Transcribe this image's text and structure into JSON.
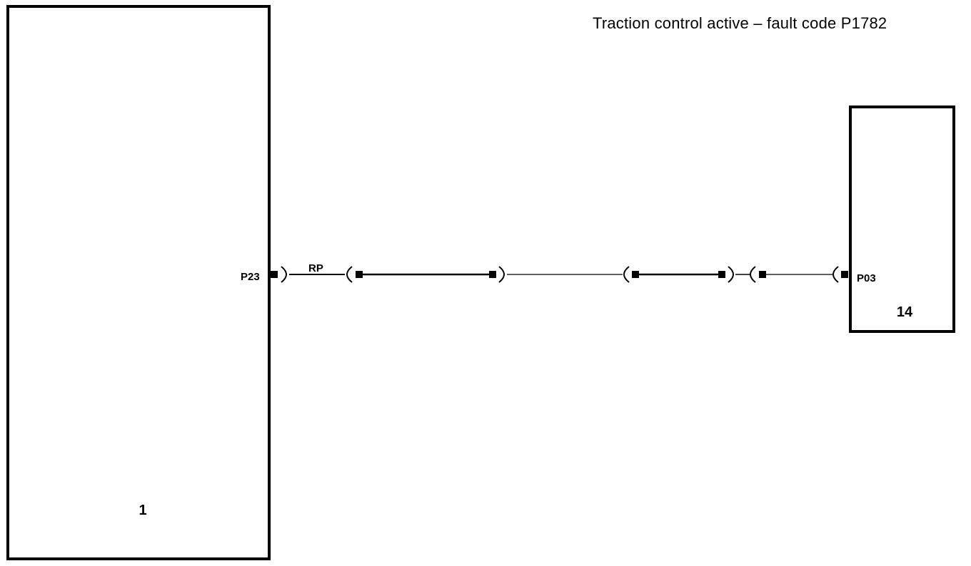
{
  "title": "Traction control active – fault code P1782",
  "component_left": {
    "label": "1"
  },
  "component_right": {
    "label": "14"
  },
  "pin_left": "P23",
  "pin_right": "P03",
  "wire_label": "RP"
}
